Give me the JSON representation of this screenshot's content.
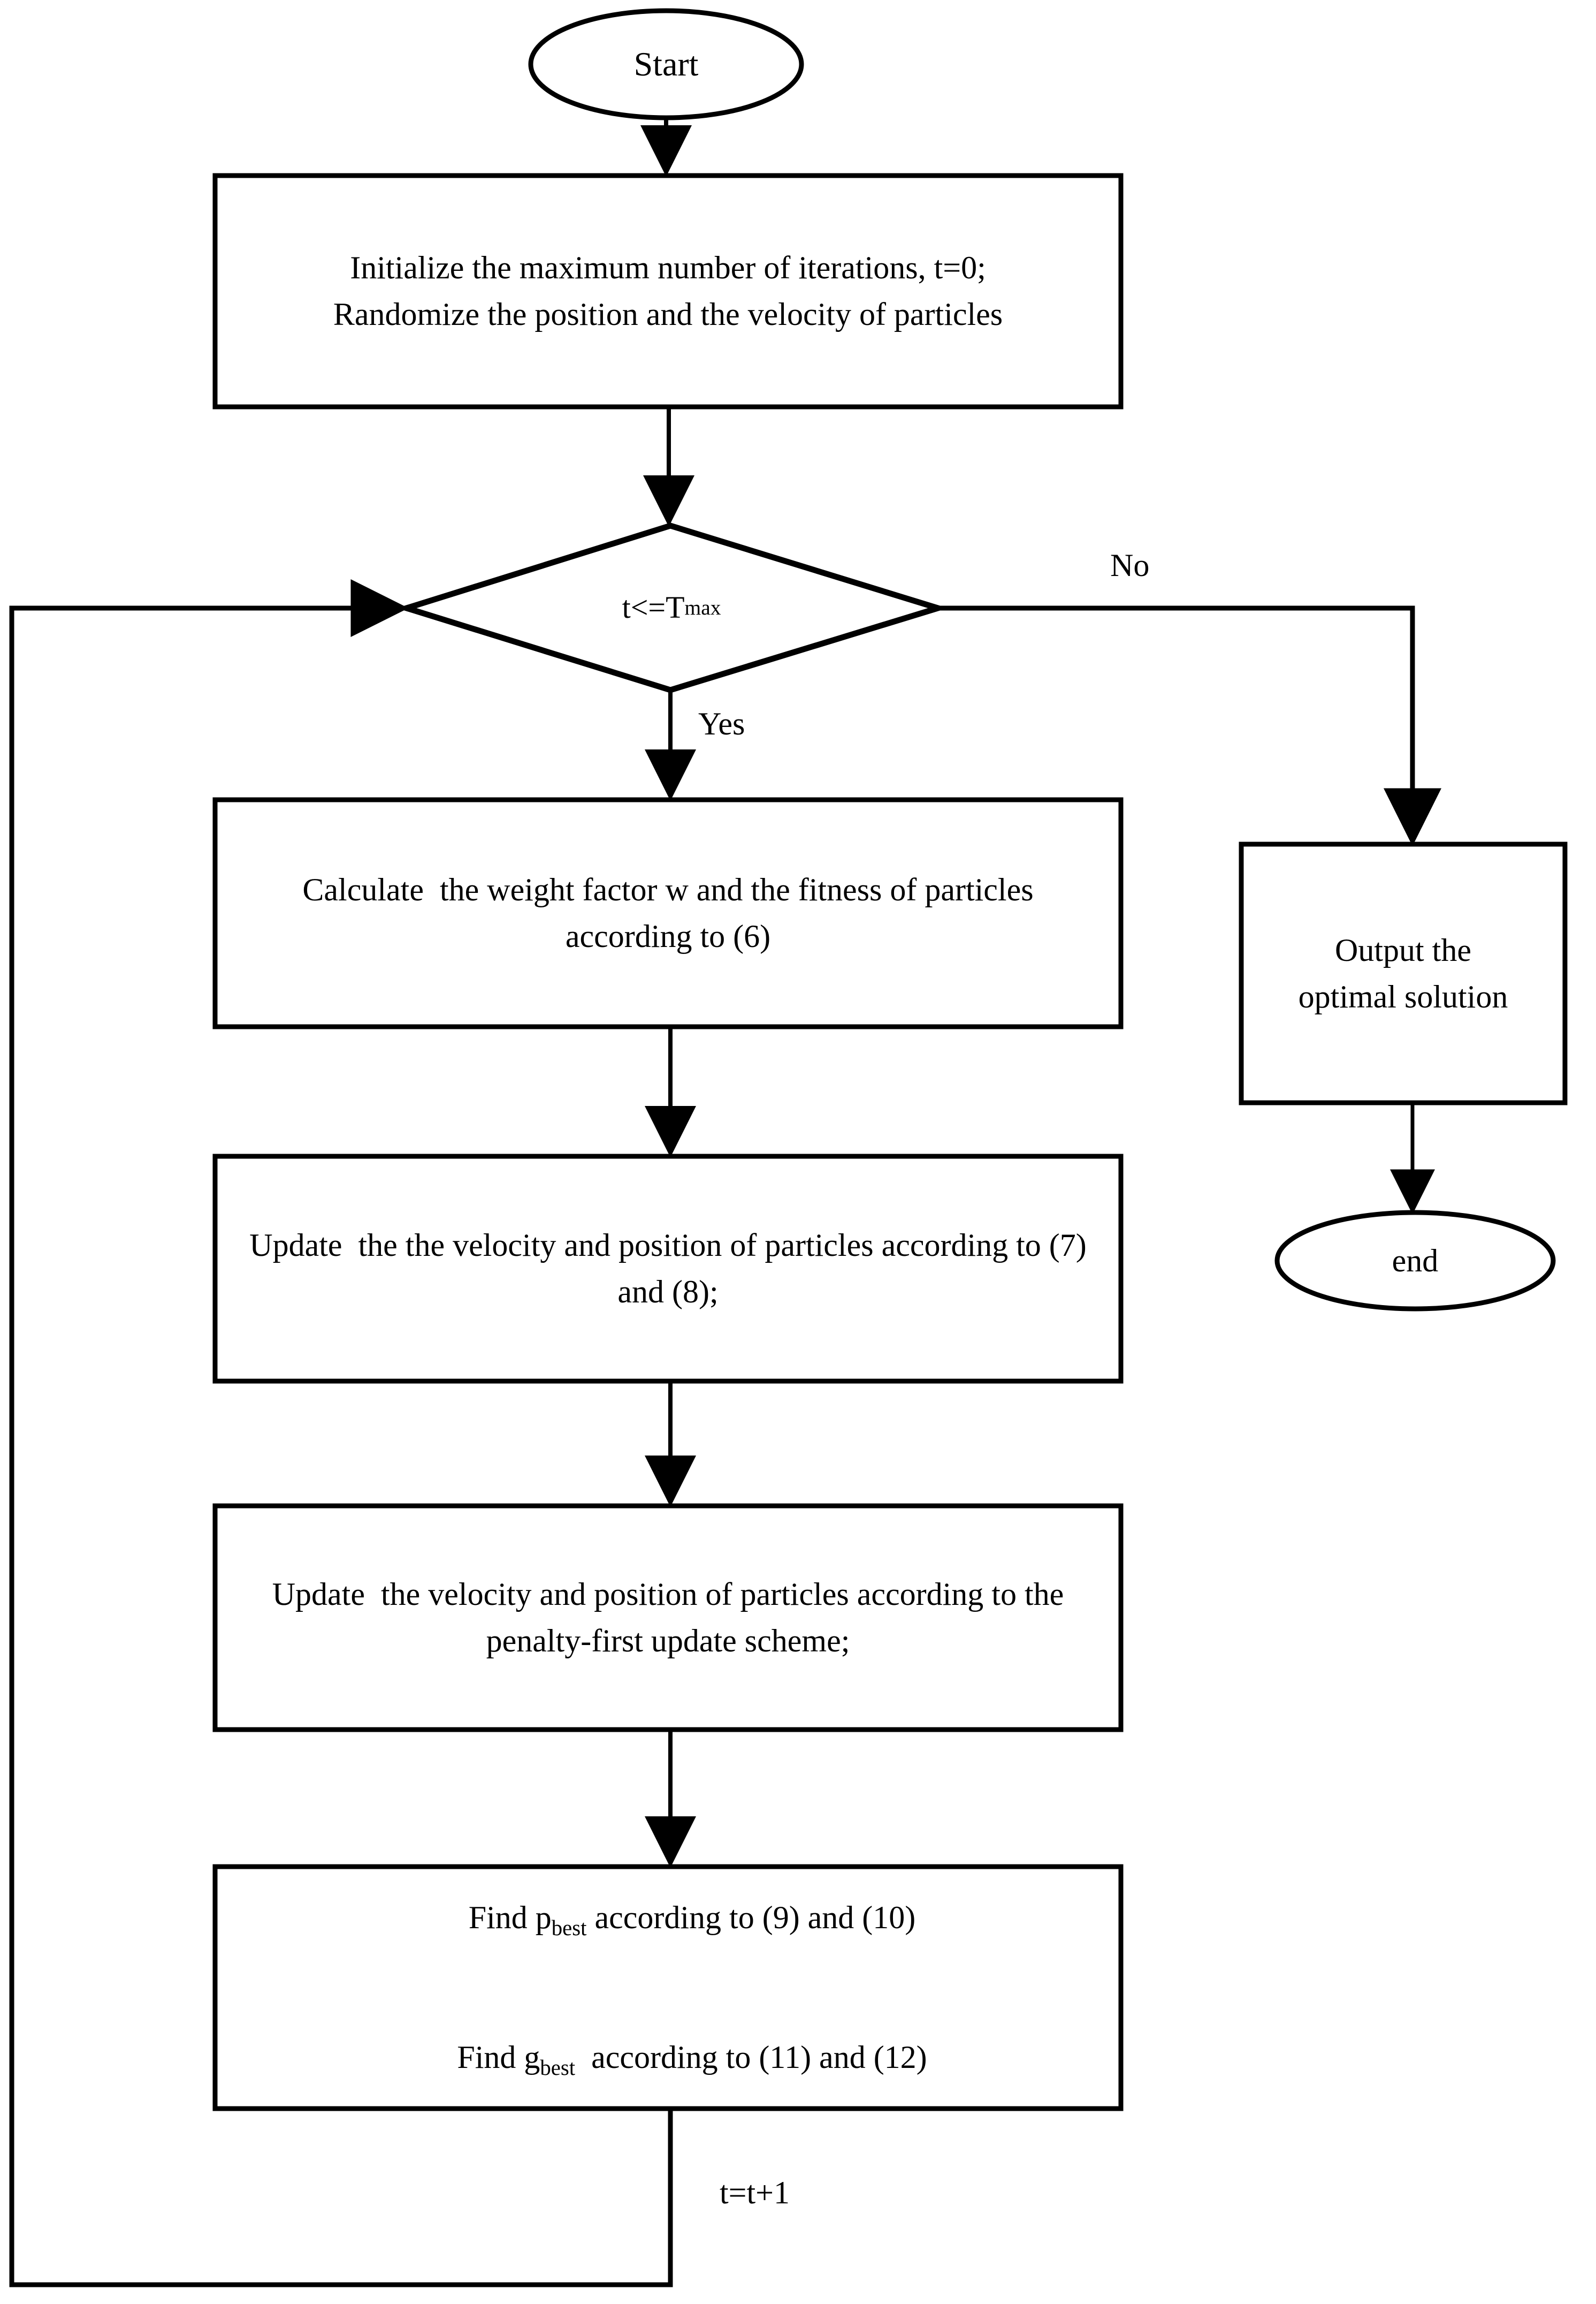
{
  "diagram": {
    "title": "PSO algorithm flowchart",
    "stroke_color": "#000000",
    "background_color": "#ffffff",
    "nodes": {
      "start": {
        "label": "Start",
        "shape": "ellipse"
      },
      "initialize": {
        "label": "Initialize the maximum number of iterations, t=0;\nRandomize the position and the velocity of particles",
        "shape": "process"
      },
      "decision": {
        "label_main": "t<=T",
        "label_sub": "max",
        "shape": "decision"
      },
      "calculate_weight": {
        "label": "Calculate  the weight factor w and the fitness of particles according to (6)",
        "shape": "process"
      },
      "update_velocity_position": {
        "label": "Update  the the velocity and position of particles according to (7) and (8);",
        "shape": "process"
      },
      "update_penalty_first": {
        "label": "Update  the velocity and position of particles according to the penalty-first update scheme;",
        "shape": "process"
      },
      "find_best": {
        "line1_pre": "Find p",
        "line1_sub": "best",
        "line1_post": " according to (9) and (10)",
        "line2_pre": "Find g",
        "line2_sub": "best",
        "line2_post": "  according to (11) and (12)",
        "shape": "process"
      },
      "output_optimal": {
        "label": "Output the\noptimal solution",
        "shape": "process"
      },
      "end": {
        "label": "end",
        "shape": "ellipse"
      }
    },
    "edge_labels": {
      "no": "No",
      "yes": "Yes",
      "increment": "t=t+1"
    }
  }
}
